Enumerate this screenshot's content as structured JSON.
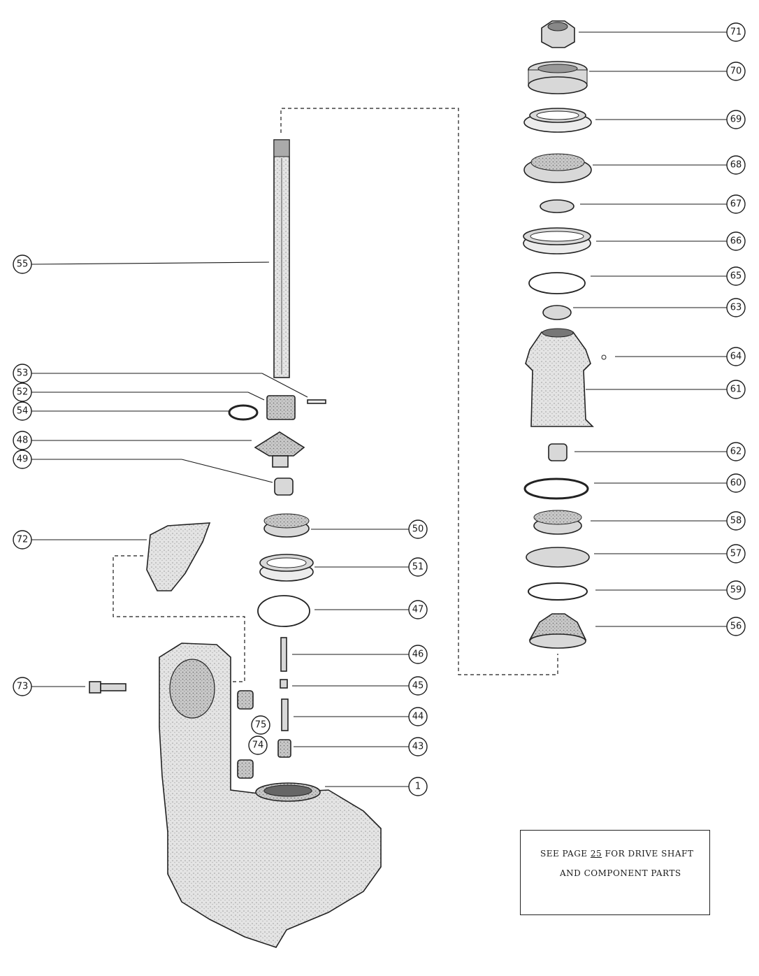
{
  "diagram": {
    "callouts": [
      "71",
      "70",
      "69",
      "68",
      "67",
      "66",
      "65",
      "63",
      "64",
      "61",
      "62",
      "60",
      "58",
      "57",
      "59",
      "56",
      "55",
      "53",
      "52",
      "54",
      "48",
      "49",
      "72",
      "50",
      "51",
      "47",
      "46",
      "45",
      "73",
      "44",
      "75",
      "74",
      "43",
      "1"
    ]
  },
  "note": {
    "line1_prefix": "SEE PAGE",
    "page_number": "25",
    "line1_suffix": "FOR DRIVE SHAFT",
    "line2": "AND COMPONENT PARTS"
  }
}
